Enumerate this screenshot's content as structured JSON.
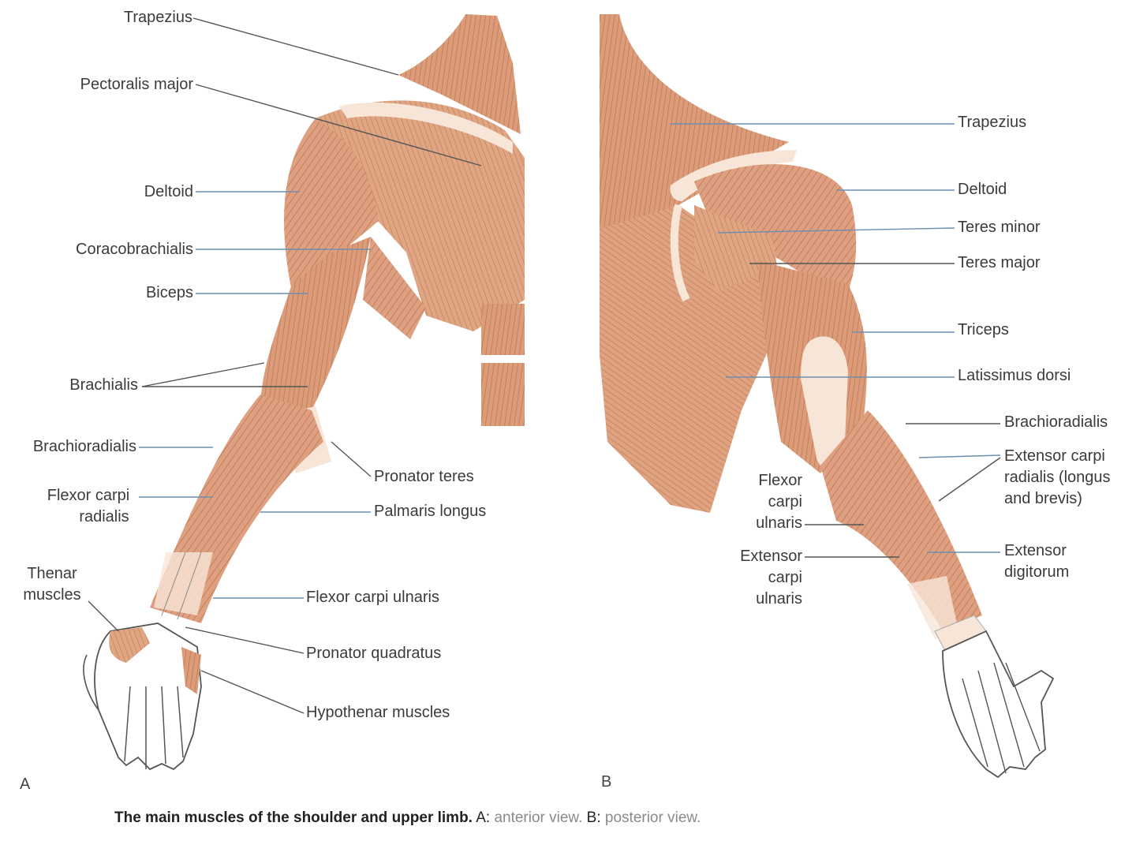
{
  "anterior": {
    "panel_letter": "A",
    "labels": {
      "trapezius": "Trapezius",
      "pectoralis_major": "Pectoralis major",
      "deltoid": "Deltoid",
      "coracobrachialis": "Coracobrachialis",
      "biceps": "Biceps",
      "brachialis": "Brachialis",
      "brachioradialis": "Brachioradialis",
      "flexor_carpi_radialis": [
        "Flexor carpi",
        "radialis"
      ],
      "thenar_muscles": [
        "Thenar",
        "muscles"
      ],
      "pronator_teres": "Pronator teres",
      "palmaris_longus": "Palmaris longus",
      "flexor_carpi_ulnaris": "Flexor carpi ulnaris",
      "pronator_quadratus": "Pronator quadratus",
      "hypothenar_muscles": "Hypothenar muscles"
    }
  },
  "posterior": {
    "panel_letter": "B",
    "labels": {
      "trapezius": "Trapezius",
      "deltoid": "Deltoid",
      "teres_minor": "Teres minor",
      "teres_major": "Teres major",
      "triceps": "Triceps",
      "latissimus_dorsi": "Latissimus dorsi",
      "brachioradialis": "Brachioradialis",
      "extensor_carpi_radialis": [
        "Extensor carpi",
        "radialis (longus",
        "and brevis)"
      ],
      "extensor_digitorum": [
        "Extensor",
        "digitorum"
      ],
      "flexor_carpi_ulnaris": [
        "Flexor",
        "carpi",
        "ulnaris"
      ],
      "extensor_carpi_ulnaris": [
        "Extensor",
        "carpi",
        "ulnaris"
      ]
    }
  },
  "caption": {
    "bold": "The main muscles of the shoulder and upper limb.",
    "a_letter": "A:",
    "a_text": "anterior view.",
    "b_letter": "B:",
    "b_text": "posterior view."
  },
  "colors": {
    "muscle": "#d99a76",
    "muscle_dark": "#b5704c",
    "tendon": "#f7e6d8",
    "leader_blue": "#6f8fb0",
    "leader_grey": "#555555"
  }
}
